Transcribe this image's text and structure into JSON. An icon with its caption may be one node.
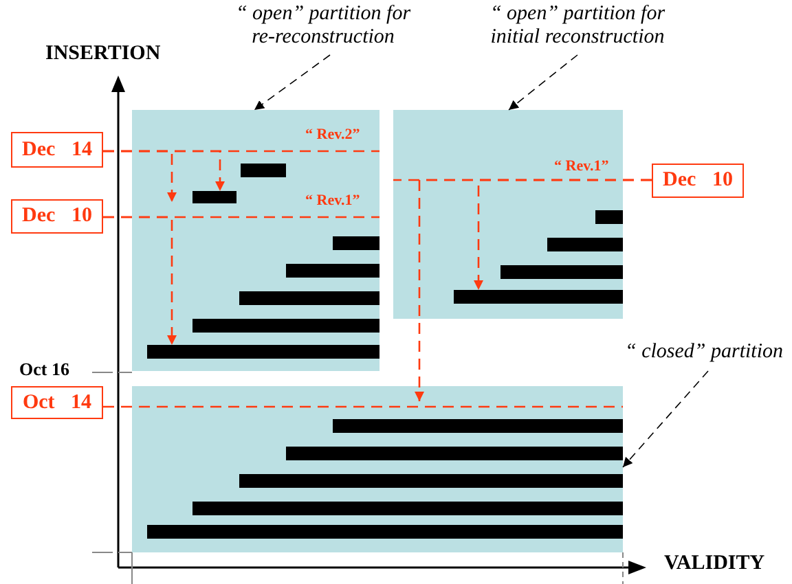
{
  "diagram": {
    "nodes": [
      {
        "text": [
          "“ open” partition for re-reconstruction"
        ]
      },
      {
        "text": [
          "“ open” partition for initial reconstruction"
        ]
      },
      {
        "text": [
          "“ closed” partition"
        ]
      },
      {
        "text": [],
        "shape": "box"
      },
      {
        "text": [],
        "shape": "box"
      },
      {
        "text": [],
        "shape": "box"
      },
      {
        "text": [
          "Dec 14"
        ]
      },
      {
        "text": [
          "Dec 10"
        ]
      },
      {
        "text": [
          "Dec 10"
        ]
      },
      {
        "text": [
          "Oct 14"
        ]
      },
      {
        "text": [],
        "shape": "bar",
        "in": 3
      },
      {
        "text": [],
        "shape": "bar",
        "in": 3
      },
      {
        "text": [],
        "shape": "bar",
        "in": 3
      },
      {
        "text": [],
        "shape": "bar",
        "in": 3
      },
      {
        "text": [],
        "shape": "bar",
        "in": 3
      },
      {
        "text": [],
        "shape": "bar",
        "in": 3
      },
      {
        "text": [],
        "shape": "bar",
        "in": 3
      },
      {
        "text": [],
        "shape": "bar",
        "in": 4
      },
      {
        "text": [],
        "shape": "bar",
        "in": 4
      },
      {
        "text": [],
        "shape": "bar",
        "in": 4
      },
      {
        "text": [],
        "shape": "bar",
        "in": 4
      },
      {
        "text": [],
        "shape": "bar",
        "in": 5
      },
      {
        "text": [],
        "shape": "bar",
        "in": 5
      },
      {
        "text": [],
        "shape": "bar",
        "in": 5
      },
      {
        "text": [],
        "shape": "bar",
        "in": 5
      },
      {
        "text": [],
        "shape": "bar",
        "in": 5
      }
    ],
    "edges": [
      {
        "from": 6,
        "to": 3,
        "arrow": "none",
        "style": "dashed"
      },
      {
        "from": 7,
        "to": 3,
        "arrow": "none",
        "style": "dashed"
      },
      {
        "from": 8,
        "to": 4,
        "arrow": "none",
        "style": "dashed"
      },
      {
        "from": 9,
        "to": 5,
        "arrow": "none",
        "style": "dashed"
      },
      {
        "from": 6,
        "to": 11,
        "arrow": "to",
        "style": "dashed"
      },
      {
        "from": 6,
        "to": 11,
        "arrow": "to",
        "style": "dashed"
      },
      {
        "from": 7,
        "to": 16,
        "arrow": "to",
        "style": "dashed"
      },
      {
        "from": 8,
        "to": 20,
        "arrow": "to",
        "style": "dashed"
      },
      {
        "from": 8,
        "to": 21,
        "arrow": "to",
        "style": "dashed"
      },
      {
        "from": 0,
        "to": 3,
        "arrow": "to",
        "style": "dashed",
        "color": "#000000"
      },
      {
        "from": 1,
        "to": 4,
        "arrow": "to",
        "style": "dashed",
        "color": "#000000"
      },
      {
        "from": 2,
        "to": 5,
        "arrow": "to",
        "style": "dashed",
        "color": "#000000"
      }
    ],
    "labels": [
      "INSERTION",
      "VALIDITY",
      "Oct 16",
      "“ Rev.2”",
      "“ Rev.1”",
      "“ Rev.1”"
    ]
  }
}
